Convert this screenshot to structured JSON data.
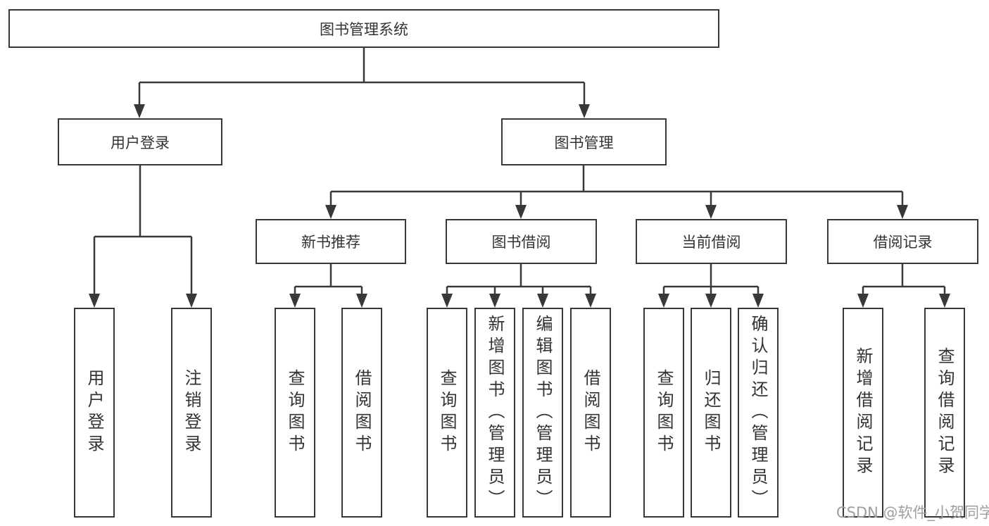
{
  "tree": {
    "root": {
      "label": "图书管理系统"
    },
    "user_login": {
      "label": "用户登录",
      "children": [
        {
          "label": "用户登录"
        },
        {
          "label": "注销登录"
        }
      ]
    },
    "book_management": {
      "label": "图书管理",
      "sections": {
        "new_book_recommend": {
          "label": "新书推荐",
          "children": [
            {
              "label": "查询图书"
            },
            {
              "label": "借阅图书"
            }
          ]
        },
        "book_borrowing": {
          "label": "图书借阅",
          "children": [
            {
              "label": "查询图书"
            },
            {
              "label": "新增图书（管理员）"
            },
            {
              "label": "编辑图书（管理员）"
            },
            {
              "label": "借阅图书"
            }
          ]
        },
        "current_borrowing": {
          "label": "当前借阅",
          "children": [
            {
              "label": "查询图书"
            },
            {
              "label": "归还图书"
            },
            {
              "label": "确认归还（管理员）"
            }
          ]
        },
        "borrowing_records": {
          "label": "借阅记录",
          "children": [
            {
              "label": "新增借阅记录"
            },
            {
              "label": "查询借阅记录"
            }
          ]
        }
      }
    }
  },
  "watermark": {
    "text": "CSDN @软件_小贺同学"
  },
  "colors": {
    "line": "#383838",
    "text": "#333333",
    "watermark": "#9f9f9f",
    "background": "#ffffff"
  }
}
